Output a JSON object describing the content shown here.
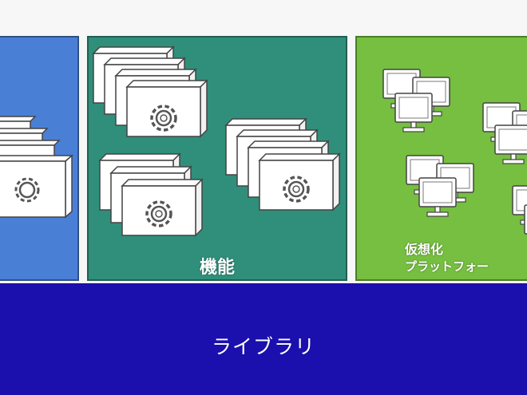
{
  "diagram": {
    "middle_panel": {
      "label": "機能",
      "color": "#2f8f7b"
    },
    "right_panel": {
      "label_line1": "仮想化",
      "label_line2": "プラットフォー",
      "color": "#76bf41"
    },
    "left_panel": {
      "color": "#4a7fd6"
    },
    "library": {
      "label": "ライブラリ",
      "color": "#1b0fad"
    },
    "icons": {
      "module": "gear-module-icon",
      "computer": "monitor-icon"
    }
  }
}
